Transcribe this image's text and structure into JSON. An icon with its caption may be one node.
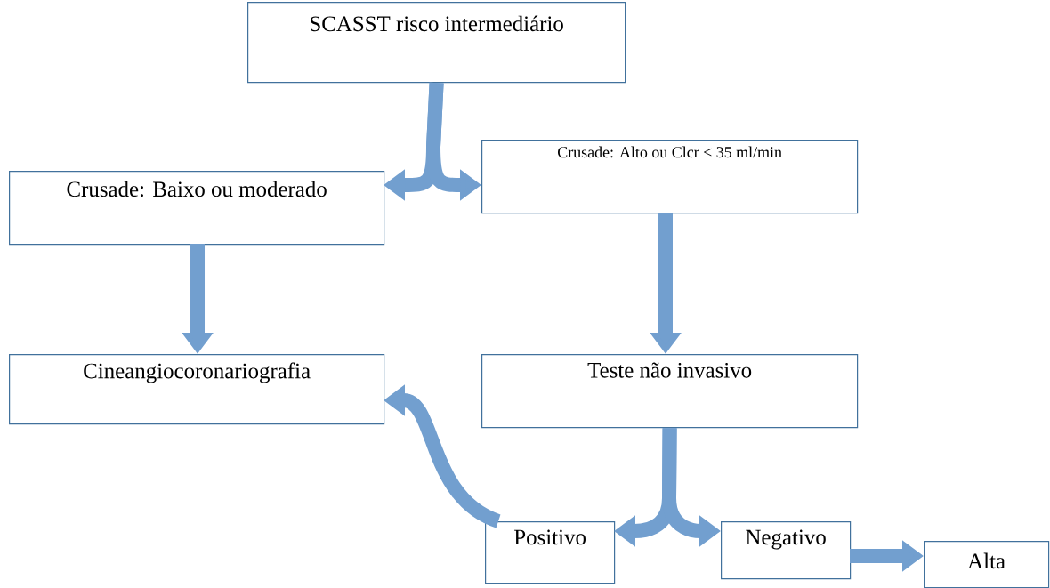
{
  "diagram": {
    "nodes": [
      {
        "text": [
          "SCASST risco intermediário"
        ]
      },
      {
        "text": [
          "Crusade: Baixo ou moderado"
        ]
      },
      {
        "text": [
          "Crusade: Alto ou Clcr  < 35 ml/min"
        ]
      },
      {
        "text": [
          "Cineangiocoronariografia"
        ]
      },
      {
        "text": [
          "Teste não invasivo"
        ]
      },
      {
        "text": [
          "Positivo"
        ]
      },
      {
        "text": [
          "Negativo"
        ]
      },
      {
        "text": [
          "Alta"
        ]
      }
    ],
    "edges": [
      {
        "from": 0,
        "to": 1,
        "arrow": "to"
      },
      {
        "from": 0,
        "to": 2,
        "arrow": "to"
      },
      {
        "from": 1,
        "to": 3,
        "arrow": "to"
      },
      {
        "from": 2,
        "to": 4,
        "arrow": "to"
      },
      {
        "from": 4,
        "to": 5,
        "arrow": "to"
      },
      {
        "from": 4,
        "to": 6,
        "arrow": "to"
      },
      {
        "from": 5,
        "to": 3,
        "arrow": "to"
      },
      {
        "from": 6,
        "to": 7,
        "arrow": "to"
      }
    ]
  }
}
